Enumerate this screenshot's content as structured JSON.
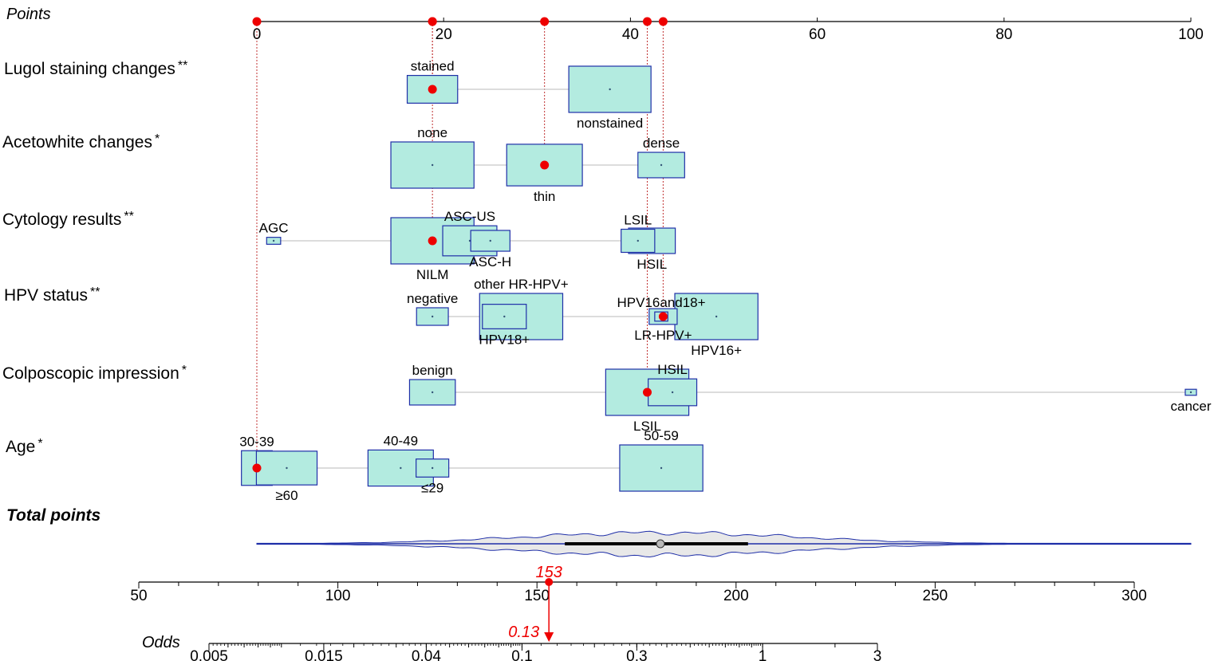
{
  "colors": {
    "box_fill": "#b3ebe0",
    "box_stroke": "#1f2fa8",
    "marker": "#ee0000",
    "track": "#c8c8c8",
    "density_fill": "#e8e8e8",
    "density_stroke": "#1f2fa8",
    "axis": "#000000",
    "text": "#000000"
  },
  "chart_data": {
    "type": "nomogram",
    "points_axis": {
      "title": "Points",
      "range": [
        0,
        100
      ],
      "major_ticks": [
        0,
        20,
        40,
        60,
        80,
        100
      ],
      "tick_labels": [
        "0",
        "20",
        "40",
        "60",
        "80",
        "100"
      ]
    },
    "variables": [
      {
        "name": "Lugol staining changes",
        "significance": "**",
        "selected_points": 18.8,
        "levels": [
          {
            "label": "stained",
            "points": 18.8,
            "box_width": 5.4,
            "box_height": 0.6,
            "label_pos": "above"
          },
          {
            "label": "nonstained",
            "points": 37.8,
            "box_width": 8.8,
            "box_height": 1.0,
            "label_pos": "below"
          }
        ]
      },
      {
        "name": "Acetowhite changes",
        "significance": "*",
        "selected_points": 30.8,
        "levels": [
          {
            "label": "none",
            "points": 18.8,
            "box_width": 8.9,
            "box_height": 1.0,
            "label_pos": "above"
          },
          {
            "label": "thin",
            "points": 30.8,
            "box_width": 8.1,
            "box_height": 0.9,
            "label_pos": "below"
          },
          {
            "label": "dense",
            "points": 43.3,
            "box_width": 5.0,
            "box_height": 0.55,
            "label_pos": "above"
          }
        ]
      },
      {
        "name": "Cytology results",
        "significance": "**",
        "selected_points": 18.8,
        "levels": [
          {
            "label": "AGC",
            "points": 1.8,
            "box_width": 1.5,
            "box_height": 0.15,
            "label_pos": "above"
          },
          {
            "label": "NILM",
            "points": 18.8,
            "box_width": 8.9,
            "box_height": 1.0,
            "label_pos": "below"
          },
          {
            "label": "ASC-US",
            "points": 22.8,
            "box_width": 5.8,
            "box_height": 0.65,
            "label_pos": "above"
          },
          {
            "label": "ASC-H",
            "points": 25.0,
            "box_width": 4.2,
            "box_height": 0.45,
            "label_pos": "below"
          },
          {
            "label": "LSIL",
            "points": 40.8,
            "box_width": 3.6,
            "box_height": 0.5,
            "label_pos": "above"
          },
          {
            "label": "HSIL",
            "points": 42.3,
            "box_width": 5.0,
            "box_height": 0.55,
            "label_pos": "below"
          }
        ]
      },
      {
        "name": "HPV status",
        "significance": "**",
        "selected_points": 43.5,
        "levels": [
          {
            "label": "negative",
            "points": 18.8,
            "box_width": 3.4,
            "box_height": 0.38,
            "label_pos": "above"
          },
          {
            "label": "other HR-HPV+",
            "points": 28.3,
            "box_width": 8.9,
            "box_height": 1.0,
            "label_pos": "above"
          },
          {
            "label": "HPV18+",
            "points": 26.5,
            "box_width": 4.7,
            "box_height": 0.53,
            "label_pos": "below"
          },
          {
            "label": "HPV16and18+",
            "points": 43.3,
            "box_width": 1.4,
            "box_height": 0.2,
            "label_pos": "above"
          },
          {
            "label": "LR-HPV+",
            "points": 43.5,
            "box_width": 3.0,
            "box_height": 0.34,
            "label_pos": "below"
          },
          {
            "label": "HPV16+",
            "points": 49.2,
            "box_width": 8.9,
            "box_height": 1.0,
            "label_pos": "below"
          }
        ]
      },
      {
        "name": "Colposcopic impression",
        "significance": "*",
        "selected_points": 41.8,
        "levels": [
          {
            "label": "benign",
            "points": 18.8,
            "box_width": 4.9,
            "box_height": 0.55,
            "label_pos": "above"
          },
          {
            "label": "LSIL",
            "points": 41.8,
            "box_width": 8.9,
            "box_height": 1.0,
            "label_pos": "below"
          },
          {
            "label": "HSIL",
            "points": 44.5,
            "box_width": 5.2,
            "box_height": 0.58,
            "label_pos": "above"
          },
          {
            "label": "cancer",
            "points": 100,
            "box_width": 1.2,
            "box_height": 0.13,
            "label_pos": "below"
          }
        ]
      },
      {
        "name": "Age",
        "significance": "*",
        "selected_points": 0,
        "levels": [
          {
            "label": "30-39",
            "points": 0,
            "box_width": 3.3,
            "box_height": 0.75,
            "label_pos": "above"
          },
          {
            "label": "≥60",
            "points": 3.2,
            "box_width": 6.5,
            "box_height": 0.73,
            "label_pos": "below"
          },
          {
            "label": "40-49",
            "points": 15.4,
            "box_width": 7.0,
            "box_height": 0.78,
            "label_pos": "above"
          },
          {
            "label": "≤29",
            "points": 18.8,
            "box_width": 3.5,
            "box_height": 0.39,
            "label_pos": "below"
          },
          {
            "label": "50-59",
            "points": 43.3,
            "box_width": 8.9,
            "box_height": 1.0,
            "label_pos": "above"
          }
        ]
      }
    ],
    "total_points": {
      "title": "Total points",
      "range": [
        50,
        310
      ],
      "major_ticks": [
        50,
        100,
        150,
        200,
        250,
        300
      ],
      "tick_labels": [
        "50",
        "100",
        "150",
        "200",
        "250",
        "300"
      ],
      "minor_tick_step": 10,
      "selected_value": 153,
      "selected_label": "153",
      "distribution": {
        "x_range_total_points": [
          80,
          315
        ],
        "interquartile": [
          157,
          203
        ],
        "median": 181
      }
    },
    "odds": {
      "title": "Odds",
      "scale": "log",
      "range": [
        0.005,
        3
      ],
      "major_ticks": [
        0.005,
        0.015,
        0.04,
        0.1,
        0.3,
        1,
        3
      ],
      "tick_labels": [
        "0.005",
        "0.015",
        "0.04",
        "0.1",
        "0.3",
        "1",
        "3"
      ],
      "selected_value": 0.13,
      "selected_label": "0.13"
    }
  }
}
